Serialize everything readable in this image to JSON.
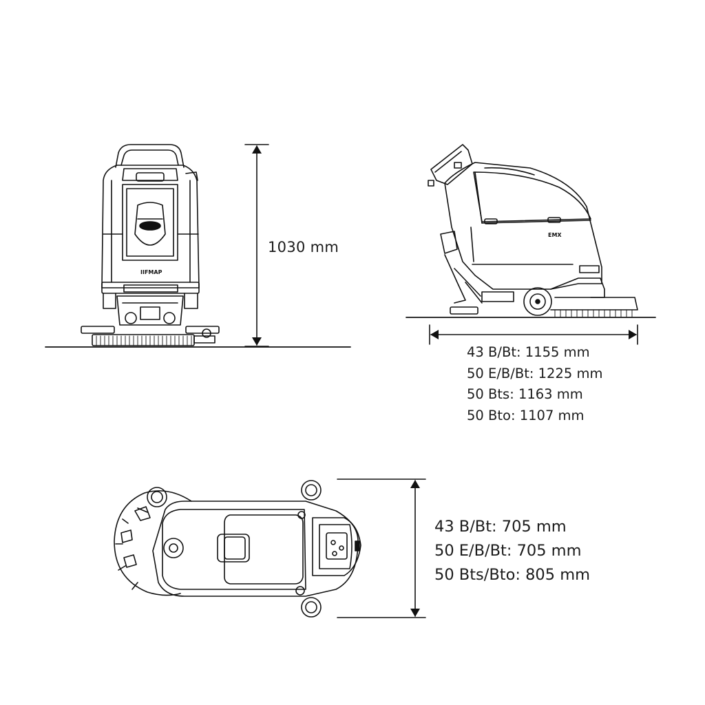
{
  "front_view": {
    "brand_label": "IIFMAP",
    "height_dimension": "1030 mm"
  },
  "side_view": {
    "brand_label": "EMX",
    "length_dimensions": [
      "43 B/Bt: 1155 mm",
      "50 E/B/Bt: 1225 mm",
      "50 Bts: 1163 mm",
      "50 Bto: 1107 mm"
    ]
  },
  "top_view": {
    "width_dimensions": [
      "43 B/Bt: 705 mm",
      "50 E/B/Bt: 705 mm",
      "50 Bts/Bto: 805 mm"
    ]
  }
}
